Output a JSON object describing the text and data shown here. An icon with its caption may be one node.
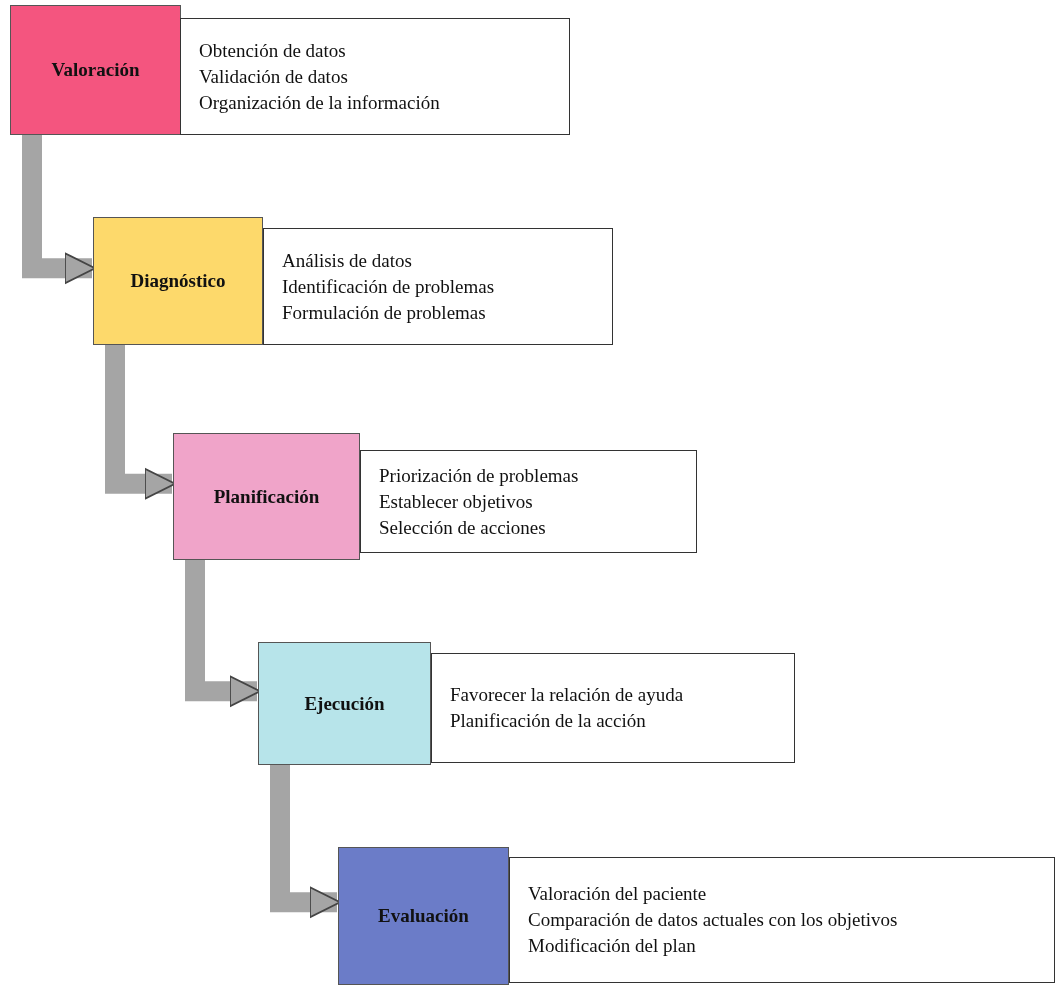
{
  "diagram": {
    "nodes": [
      {
        "text": [
          "Valoración"
        ]
      },
      {
        "text": [
          "Obtención de datos",
          "Validación de datos",
          "Organización de la información"
        ]
      },
      {
        "text": [
          "Diagnóstico"
        ]
      },
      {
        "text": [
          "Análisis de datos",
          "Identificación de problemas",
          "Formulación de problemas"
        ]
      },
      {
        "text": [
          "Planificación"
        ]
      },
      {
        "text": [
          "Priorización de problemas",
          "Establecer objetivos",
          "Selección de acciones"
        ]
      },
      {
        "text": [
          "Ejecución"
        ]
      },
      {
        "text": [
          "Favorecer la relación de ayuda",
          "Planificación de la acción"
        ]
      },
      {
        "text": [
          "Evaluación"
        ]
      },
      {
        "text": [
          "Valoración del paciente",
          "Comparación de datos actuales con los objetivos",
          "Modificación del plan"
        ]
      }
    ],
    "edges": [
      {
        "from": 0,
        "to": 2,
        "arrow": "to"
      },
      {
        "from": 2,
        "to": 4,
        "arrow": "to"
      },
      {
        "from": 4,
        "to": 6,
        "arrow": "to"
      },
      {
        "from": 6,
        "to": 8,
        "arrow": "to"
      }
    ]
  }
}
